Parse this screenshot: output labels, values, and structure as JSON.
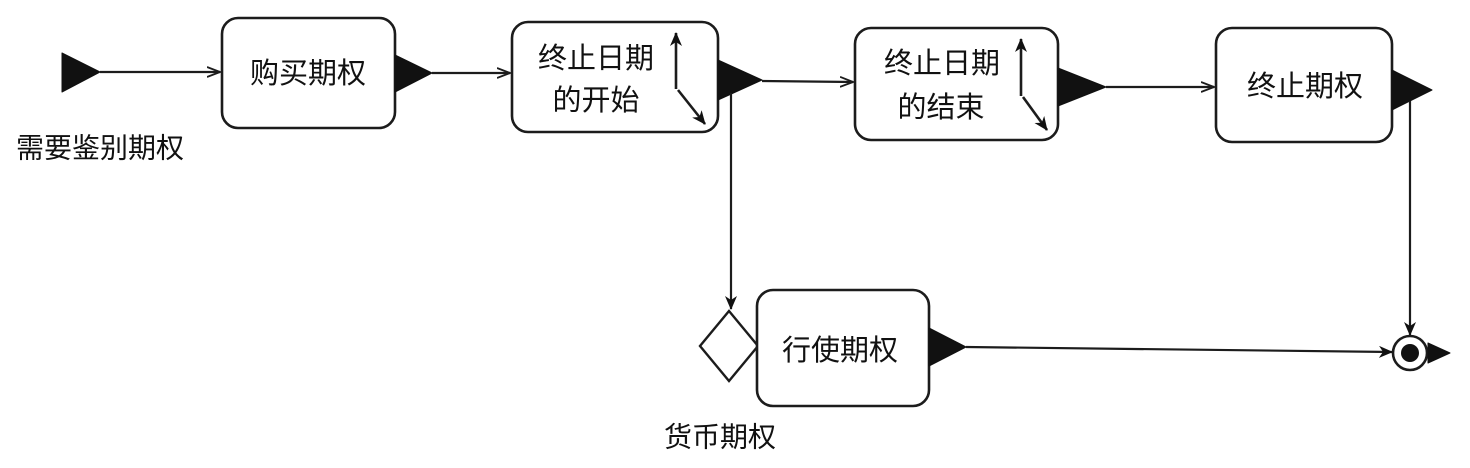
{
  "diagram": {
    "start": {
      "label": "需要鉴别期权"
    },
    "nodes": {
      "buy_option": {
        "label": "购买期权"
      },
      "expiry_start": {
        "line1": "终止日期",
        "line2": "的开始"
      },
      "expiry_end": {
        "line1": "终止日期",
        "line2": "的结束"
      },
      "terminate_option": {
        "label": "终止期权"
      },
      "exercise_option": {
        "label": "行使期权"
      }
    },
    "decision": {
      "label": "货币期权"
    }
  },
  "icons": {
    "time_event": "time-event-icon",
    "start_pin": "input-pin-icon",
    "output_pin": "output-pin-icon",
    "final": "activity-final-icon"
  },
  "colors": {
    "stroke": "#1c1c1c",
    "pin": "#111111",
    "box_fill": "#ffffff",
    "background": "#ffffff",
    "text": "#111111"
  }
}
